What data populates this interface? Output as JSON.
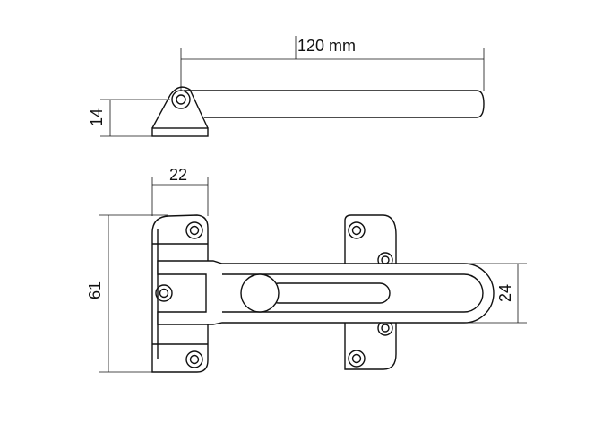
{
  "dimensions": {
    "length_top": "120 mm",
    "height_side": "14",
    "width_base": "22",
    "height_base": "61",
    "height_keeper": "24"
  },
  "colors": {
    "stroke": "#111111",
    "background": "#ffffff"
  }
}
